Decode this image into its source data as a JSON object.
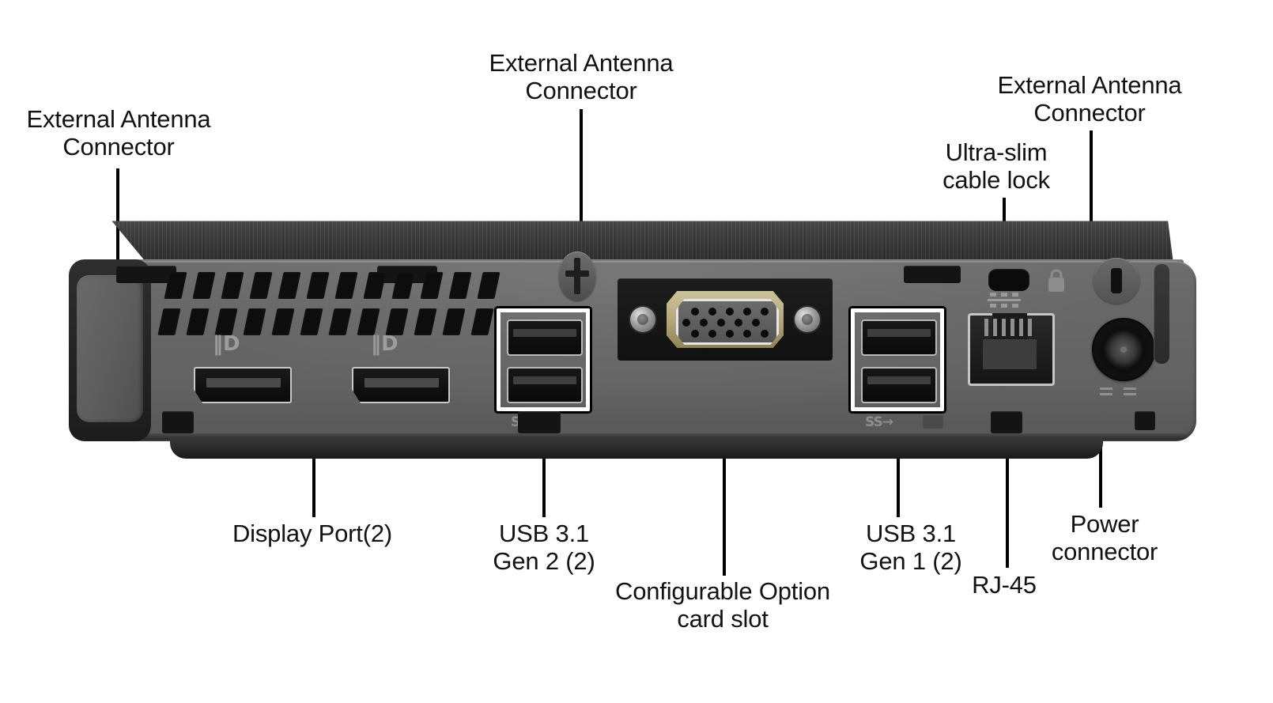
{
  "diagram": {
    "title": "Rear I/O panel of a mini desktop computer",
    "device_color": "#5f5f5f",
    "label_color": "#121212",
    "leader_color": "#000000"
  },
  "callouts": [
    {
      "id": "antenna-left",
      "text": "External Antenna\nConnector",
      "align": "ctr"
    },
    {
      "id": "antenna-center",
      "text": "External Antenna\nConnector",
      "align": "ctr"
    },
    {
      "id": "antenna-right",
      "text": "External Antenna\nConnector",
      "align": "ctr"
    },
    {
      "id": "cable-lock",
      "text": "Ultra-slim\ncable lock",
      "align": "ctr"
    },
    {
      "id": "display-port",
      "text": "Display Port(2)",
      "align": "ctr"
    },
    {
      "id": "usb-gen2",
      "text": "USB 3.1\nGen 2 (2)",
      "align": "ctr"
    },
    {
      "id": "option-card",
      "text": "Configurable Option\ncard slot",
      "align": "ctr"
    },
    {
      "id": "usb-gen1",
      "text": "USB 3.1\nGen 1 (2)",
      "align": "ctr"
    },
    {
      "id": "rj45",
      "text": "RJ-45",
      "align": "ctr"
    },
    {
      "id": "power",
      "text": "Power\nconnector",
      "align": "ctr"
    }
  ],
  "ports": {
    "displayport": {
      "count": 2,
      "icon": "displayport-icon",
      "marking": "D"
    },
    "usb_gen2": {
      "count": 2,
      "marking": "SS"
    },
    "usb_gen1": {
      "count": 2,
      "marking": "SS"
    },
    "vga": {
      "pins": 15,
      "rows": [
        5,
        5,
        5
      ],
      "shell_color": "#b6a87c"
    },
    "rj45": {
      "marking": "network-icon"
    },
    "power": {
      "type": "barrel"
    },
    "cable_lock": {
      "marking": "padlock-icon"
    },
    "antenna": {
      "count": 3
    }
  }
}
